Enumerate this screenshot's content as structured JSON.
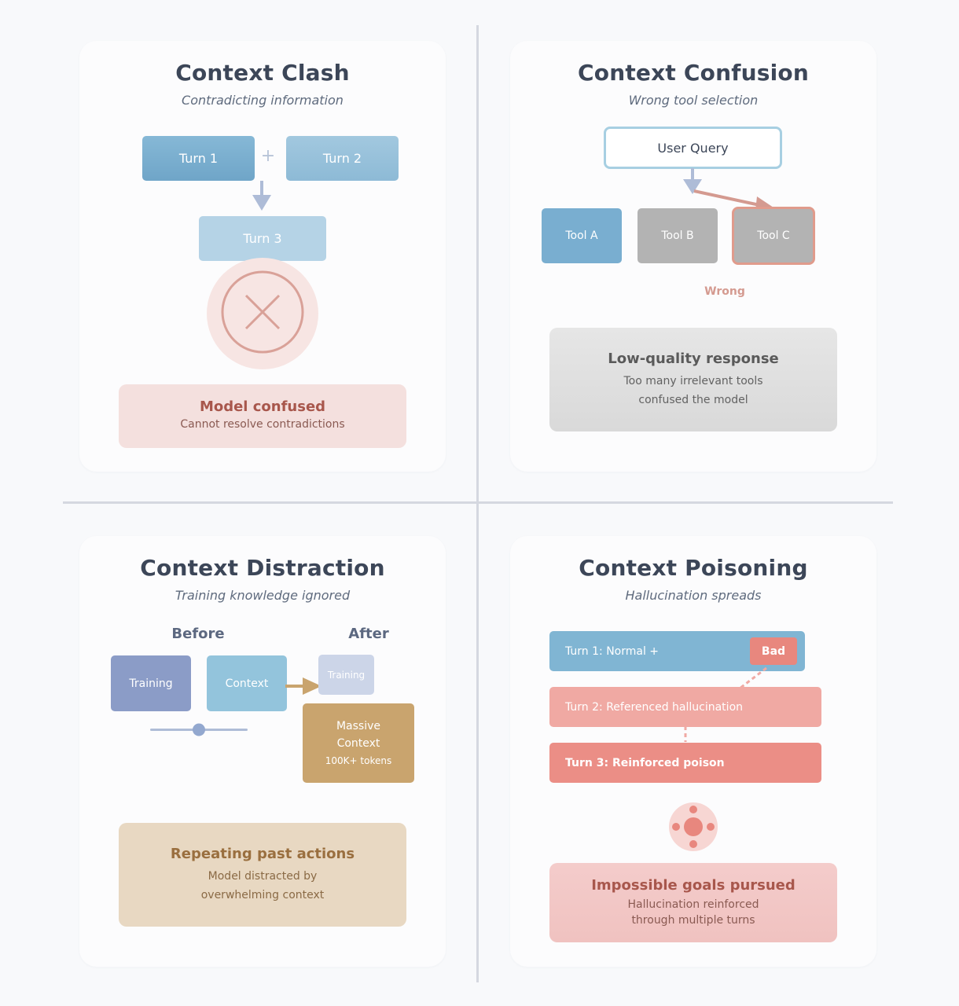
{
  "clash": {
    "title": "Context Clash",
    "subtitle": "Contradicting information",
    "turn1": "Turn 1",
    "plus": "+",
    "turn2": "Turn 2",
    "turn3": "Turn 3",
    "result_title": "Model confused",
    "result_text": "Cannot resolve contradictions"
  },
  "confusion": {
    "title": "Context Confusion",
    "subtitle": "Wrong tool selection",
    "query": "User Query",
    "tool_a": "Tool A",
    "tool_b": "Tool B",
    "tool_c": "Tool C",
    "wrong": "Wrong",
    "result_title": "Low-quality response",
    "result_line1": "Too many irrelevant tools",
    "result_line2": "confused the model"
  },
  "distraction": {
    "title": "Context Distraction",
    "subtitle": "Training knowledge ignored",
    "before": "Before",
    "after": "After",
    "training": "Training",
    "context": "Context",
    "training_small": "Training",
    "massive_line1": "Massive",
    "massive_line2": "Context",
    "massive_tokens": "100K+ tokens",
    "result_title": "Repeating past actions",
    "result_line1": "Model distracted by",
    "result_line2": "overwhelming context",
    "balance_level": 0.5
  },
  "poisoning": {
    "title": "Context Poisoning",
    "subtitle": "Hallucination spreads",
    "turn1": "Turn 1: Normal +",
    "bad": "Bad",
    "turn2": "Turn 2: Referenced hallucination",
    "turn3": "Turn 3: Reinforced poison",
    "result_title": "Impossible goals pursued",
    "result_line1": "Hallucination reinforced",
    "result_line2": "through multiple turns"
  },
  "colors": {
    "blue_dark": "#79aed0",
    "blue_mid": "#93bdd7",
    "blue_light": "#b3d1e5",
    "gray_tool": "#b3b3b3",
    "red_soft": "#d49a90",
    "red_bg": "#f4e0de",
    "red_text": "#a8574c",
    "gold": "#c9a46e",
    "gold_bg": "#e8d8c2",
    "lavender": "#8b9cc7",
    "pink": "#f0a9a3",
    "coral": "#eb8e86"
  }
}
